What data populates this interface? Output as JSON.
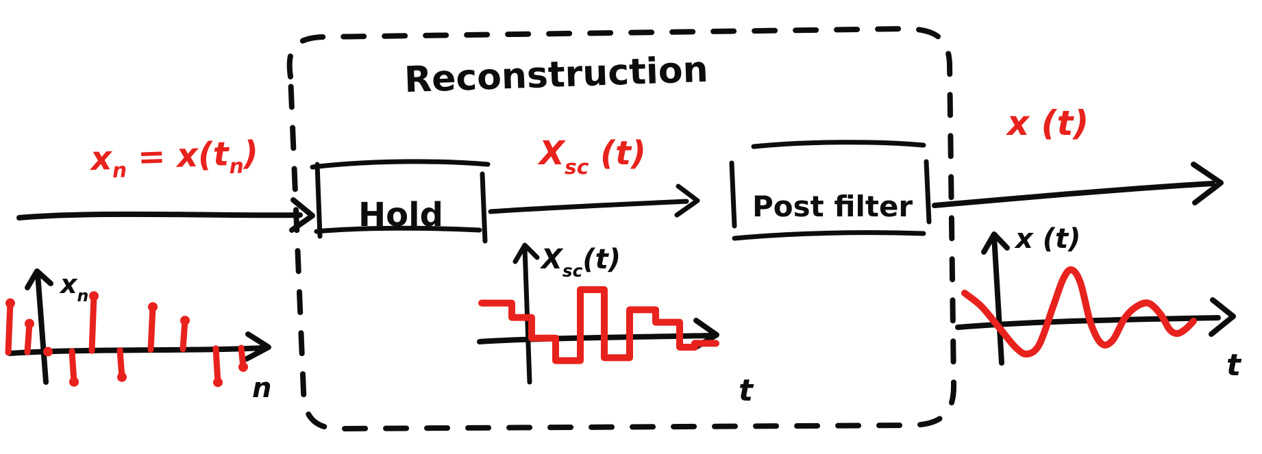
{
  "title": "Reconstruction",
  "blocks": {
    "hold": "Hold",
    "post_filter": "Post filter"
  },
  "labels": {
    "input_signal": {
      "base": "x",
      "sub1": "n",
      "mid": " = x(t",
      "sub2": "n",
      "close": ")"
    },
    "mid_signal": {
      "base": "X",
      "sub": "sc",
      "close": " (t)"
    },
    "output_signal": "x (t)"
  },
  "sketches": {
    "samples": {
      "ylabel": {
        "base": "x",
        "sub": "n"
      },
      "xlabel": "n",
      "stems": {
        "xs": [
          12,
          40,
          70,
          105,
          134,
          175,
          220,
          267,
          315,
          352
        ],
        "values": [
          0.9,
          0.52,
          0,
          -0.56,
          1.0,
          -0.49,
          0.78,
          0.52,
          -0.62,
          -0.35
        ]
      }
    },
    "staircase": {
      "ylabel": {
        "base": "X",
        "sub": "sc",
        "close": "(t)"
      },
      "xlabel": "t",
      "xs": [
        703,
        747,
        776,
        811,
        847,
        882,
        919,
        957,
        992,
        1014,
        1045
      ],
      "levels": [
        0.72,
        0.42,
        -0.01,
        -0.48,
        1.0,
        -0.42,
        0.58,
        0.32,
        -0.2,
        -0.12
      ]
    },
    "smooth": {
      "ylabel": "x (t)",
      "xlabel": "t",
      "points": [
        [
          1408,
          428
        ],
        [
          1432,
          447
        ],
        [
          1458,
          478
        ],
        [
          1482,
          507
        ],
        [
          1499,
          517
        ],
        [
          1517,
          503
        ],
        [
          1537,
          448
        ],
        [
          1552,
          407
        ],
        [
          1564,
          394
        ],
        [
          1577,
          413
        ],
        [
          1592,
          472
        ],
        [
          1608,
          502
        ],
        [
          1624,
          497
        ],
        [
          1642,
          464
        ],
        [
          1660,
          447
        ],
        [
          1677,
          443
        ],
        [
          1694,
          459
        ],
        [
          1707,
          481
        ],
        [
          1718,
          487
        ],
        [
          1730,
          481
        ],
        [
          1742,
          469
        ]
      ]
    }
  },
  "colors": {
    "ink": "#0d0d0d",
    "red": "#e8221d"
  }
}
